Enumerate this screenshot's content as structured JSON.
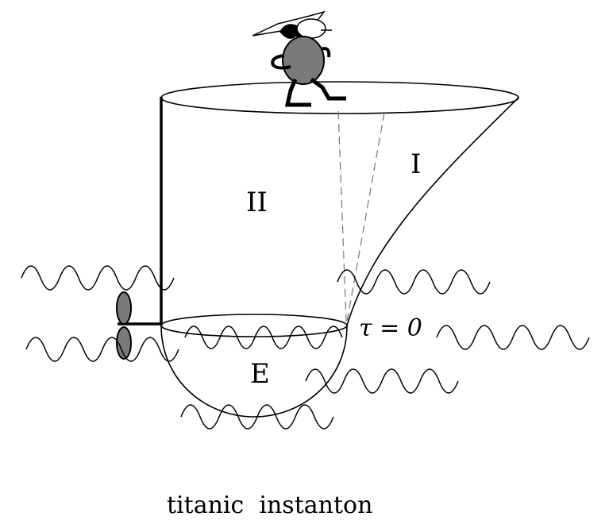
{
  "diagram": {
    "region_labels": {
      "region_one": "I",
      "region_two": "II",
      "region_euclidean": "E"
    },
    "time_label": "τ = 0",
    "caption": "titanic  instanton"
  }
}
